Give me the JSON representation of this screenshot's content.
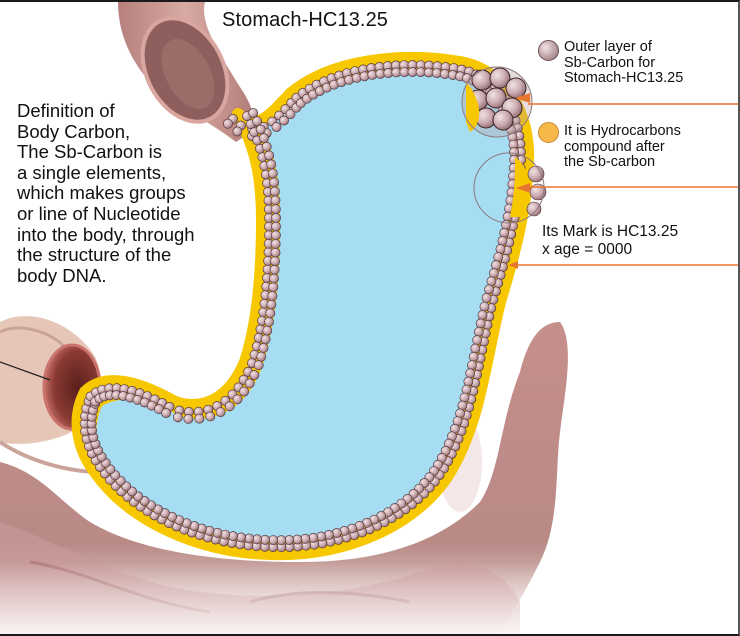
{
  "diagram": {
    "title": "Stomach-HC13.25",
    "definition_text": "Definition of\nBody Carbon,\nThe Sb-Carbon is\na single elements,\nwhich makes groups\nor line of Nucleotide\ninto the body, through\nthe structure of the\nbody DNA.",
    "legend": [
      {
        "icon": "sb-carbon-bead-icon",
        "text": "Outer layer of\nSb-Carbon for\nStomach-HC13.25",
        "color": "#b79a9c"
      },
      {
        "icon": "hydrocarbon-dot-icon",
        "text": "It is Hydrocarbons\ncompound after\nthe Sb-carbon",
        "color": "#f7b84a"
      }
    ],
    "mark_text": "Its Mark is HC13.25\nx age = 0000",
    "colors": {
      "stomach_interior": "#a6ddf2",
      "hydrocarbon_layer": "#f7c800",
      "sb_carbon_bead": "#c9a8ad",
      "bead_outline": "#4a2f35",
      "pointer_line": "#e8772e",
      "tissue": "#c99891",
      "tissue_dark": "#7a3a33",
      "text": "#111111"
    }
  }
}
